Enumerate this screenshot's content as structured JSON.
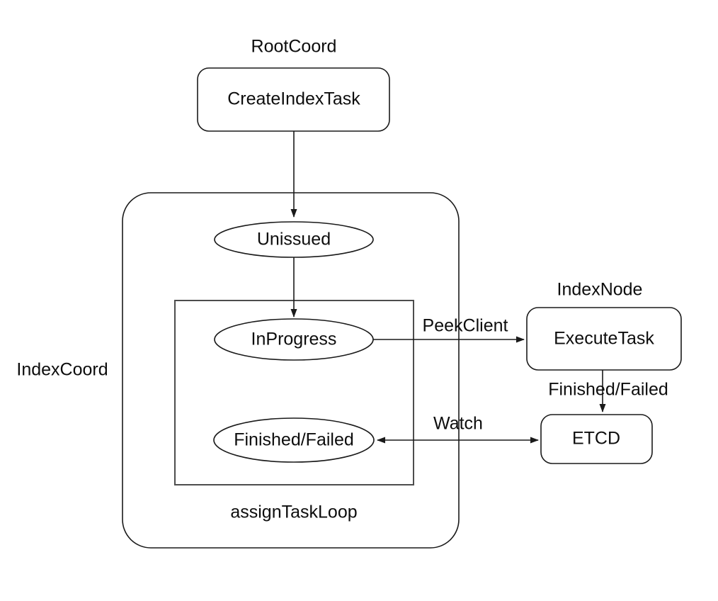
{
  "diagram": {
    "title_nodes": {
      "root_coord": "RootCoord",
      "index_coord": "IndexCoord",
      "index_node": "IndexNode",
      "assign_task_loop": "assignTaskLoop"
    },
    "nodes": {
      "create_index_task": "CreateIndexTask",
      "unissued": "Unissued",
      "in_progress": "InProgress",
      "finished_failed": "Finished/Failed",
      "execute_task": "ExecuteTask",
      "etcd": "ETCD"
    },
    "edge_labels": {
      "peek_client": "PeekClient",
      "finished_failed": "Finished/Failed",
      "watch": "Watch"
    },
    "colors": {
      "stroke": "#1a1a1a",
      "inner_frame_stroke": "#4d4d4d",
      "fill": "#ffffff",
      "text": "#0d0d0d"
    }
  }
}
